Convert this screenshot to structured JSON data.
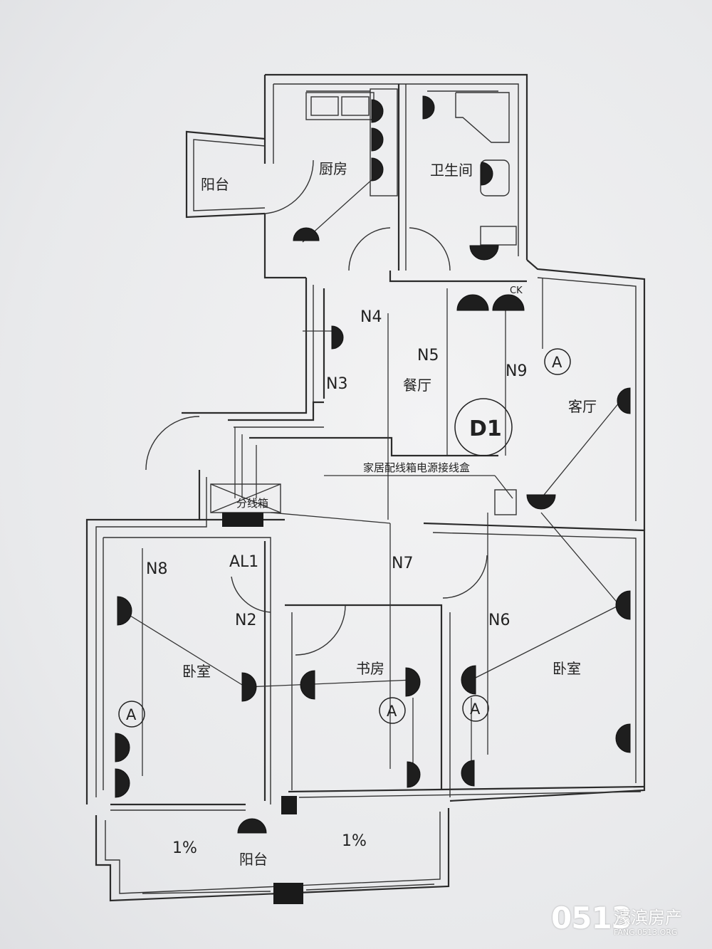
{
  "rooms": {
    "balcony_top": "阳台",
    "kitchen": "厨房",
    "bathroom": "卫生间",
    "dining": "餐厅",
    "living": "客厅",
    "bedroom_left": "卧室",
    "study": "书房",
    "bedroom_right": "卧室",
    "balcony_bottom": "阳台"
  },
  "circuits": {
    "n2": "N2",
    "n3": "N3",
    "n4": "N4",
    "n5": "N5",
    "n6": "N6",
    "n7": "N7",
    "n8": "N8",
    "n9": "N9",
    "al1": "AL1",
    "ck": "CK",
    "d1": "D1"
  },
  "a_markers": [
    "A",
    "A",
    "A",
    "A"
  ],
  "labels": {
    "junction_box": "家居配线箱电源接线盒",
    "cabinet": "分线箱",
    "slope_left": "1%",
    "slope_right": "1%"
  },
  "watermark": {
    "logo": "0513",
    "name": "濠滨房产",
    "url": "FANG.0513.ORG"
  }
}
